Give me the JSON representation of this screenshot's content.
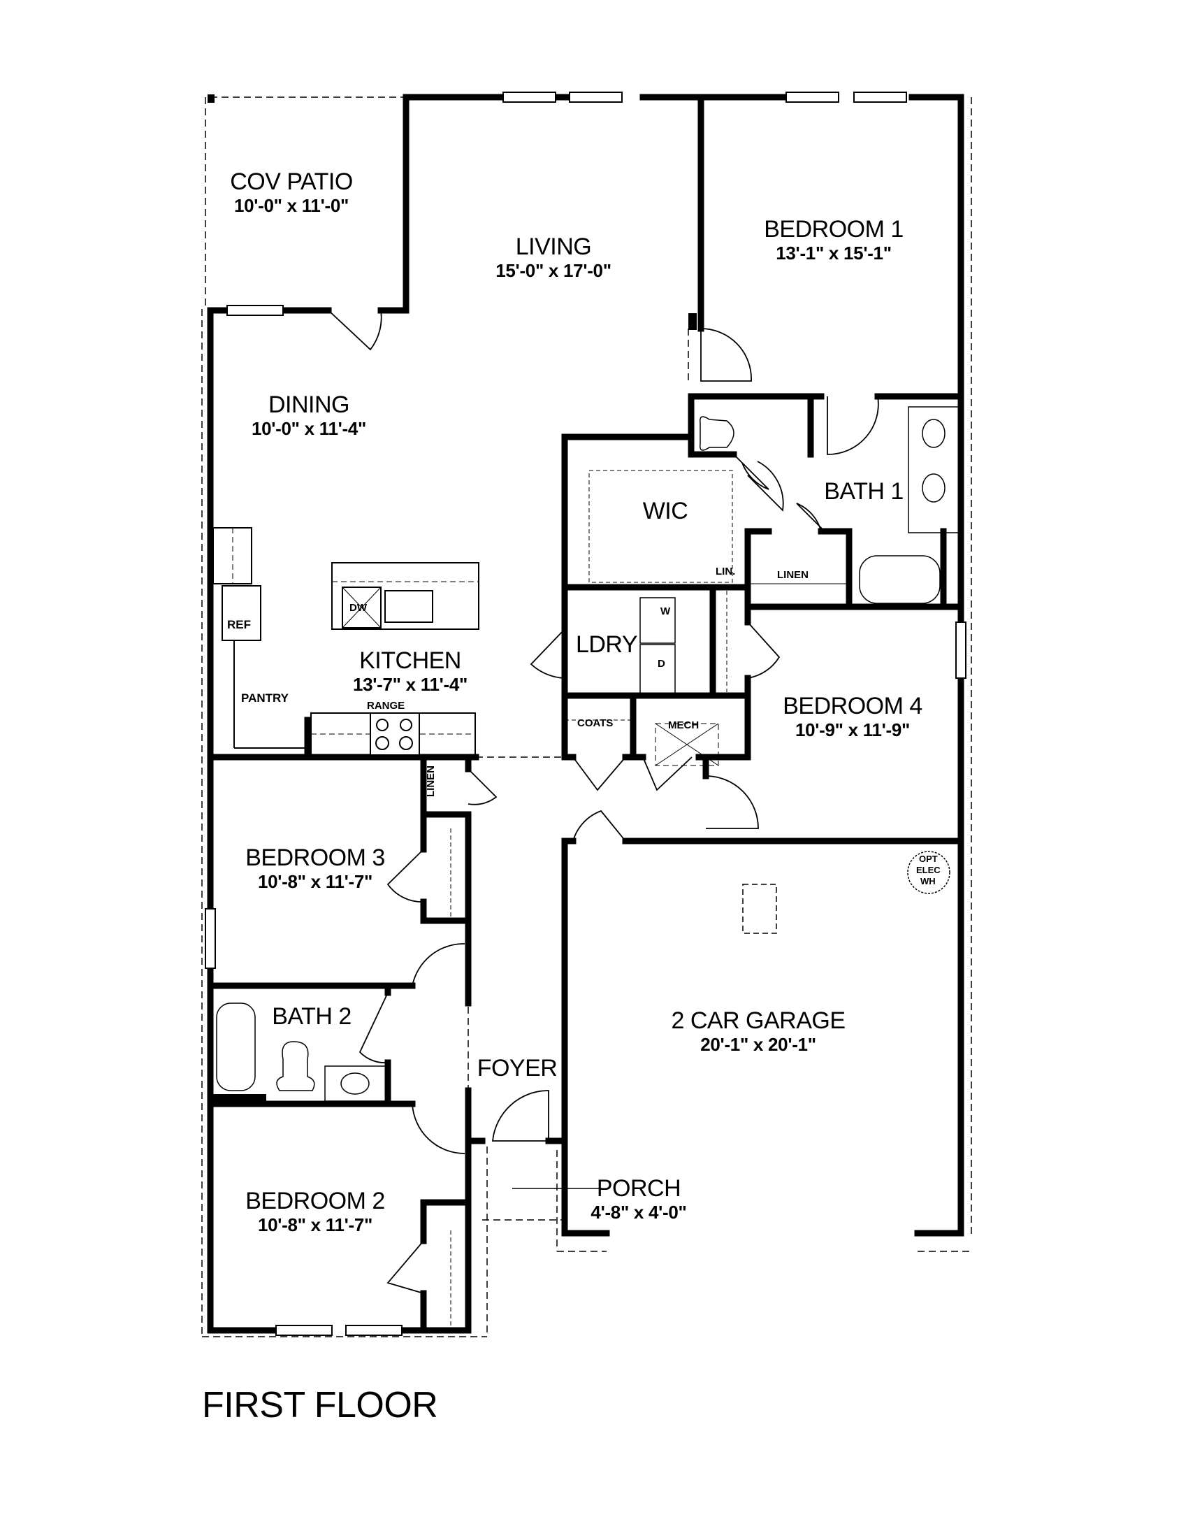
{
  "plan": {
    "title": "FIRST FLOOR",
    "rooms": {
      "cov_patio": {
        "name": "COV PATIO",
        "dim": "10'-0\" x 11'-0\""
      },
      "living": {
        "name": "LIVING",
        "dim": "15'-0\" x 17'-0\""
      },
      "bedroom1": {
        "name": "BEDROOM 1",
        "dim": "13'-1\" x 15'-1\""
      },
      "dining": {
        "name": "DINING",
        "dim": "10'-0\" x 11'-4\""
      },
      "wic": {
        "name": "WIC"
      },
      "bath1": {
        "name": "BATH 1"
      },
      "kitchen": {
        "name": "KITCHEN",
        "dim": "13'-7\" x 11'-4\""
      },
      "ldry": {
        "name": "LDRY"
      },
      "bedroom4": {
        "name": "BEDROOM 4",
        "dim": "10'-9\" x 11'-9\""
      },
      "bedroom3": {
        "name": "BEDROOM 3",
        "dim": "10'-8\" x 11'-7\""
      },
      "bath2": {
        "name": "BATH 2"
      },
      "foyer": {
        "name": "FOYER"
      },
      "garage": {
        "name": "2 CAR GARAGE",
        "dim": "20'-1\" x 20'-1\""
      },
      "porch": {
        "name": "PORCH",
        "dim": "4'-8\" x 4'-0\""
      },
      "bedroom2": {
        "name": "BEDROOM 2",
        "dim": "10'-8\" x 11'-7\""
      }
    },
    "fixtures": {
      "ref": "REF",
      "pantry": "PANTRY",
      "dw": "DW",
      "range": "RANGE",
      "washer": "W",
      "dryer": "D",
      "coats": "COATS",
      "mech": "MECH",
      "lin_short": "LIN.",
      "linen_bath1": "LINEN",
      "linen_hall": "LINEN",
      "wh_line1": "OPT",
      "wh_line2": "ELEC",
      "wh_line3": "WH"
    }
  }
}
